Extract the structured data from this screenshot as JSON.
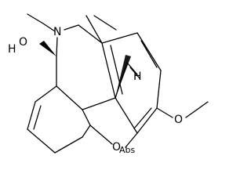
{
  "atoms": {
    "hydroxyl_o": "O",
    "hydroxyl_h": "H",
    "amine_n": "N",
    "ether_o": "O",
    "methoxy_o": "O",
    "stereo_h": "H",
    "abs_flag": "Abs"
  },
  "colors": {
    "bond": "#000000",
    "background": "#ffffff"
  }
}
